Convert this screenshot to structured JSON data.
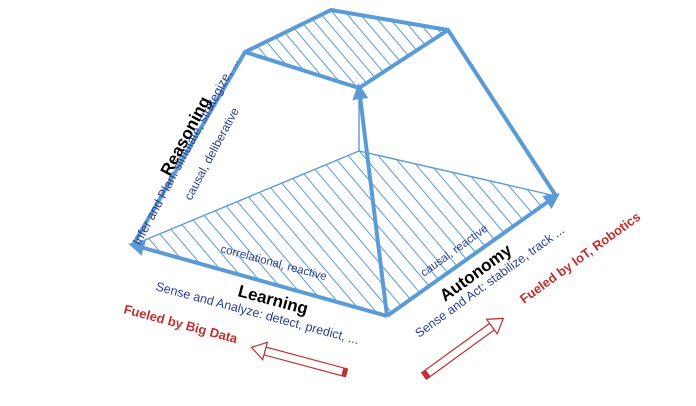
{
  "faces": {
    "reasoning": {
      "title": "Reasoning",
      "capability": "Infer and Plan: simulate, strategize, ...",
      "mode": "causal, deliberative"
    },
    "learning": {
      "title": "Learning",
      "capability": "Sense and Analyze: detect, predict, ...",
      "mode": "correlational, reactive"
    },
    "autonomy": {
      "title": "Autonomy",
      "capability": "Sense and Act: stabilize, track ...",
      "mode": "causal, reactive"
    }
  },
  "drivers": {
    "learning": "Fueled by Big Data",
    "autonomy": "Fueled by IoT, Robotics"
  },
  "colors": {
    "edge": "#5b9bd5",
    "title": "#000000",
    "label": "#2b3f8c",
    "driver": "#c0302f"
  }
}
